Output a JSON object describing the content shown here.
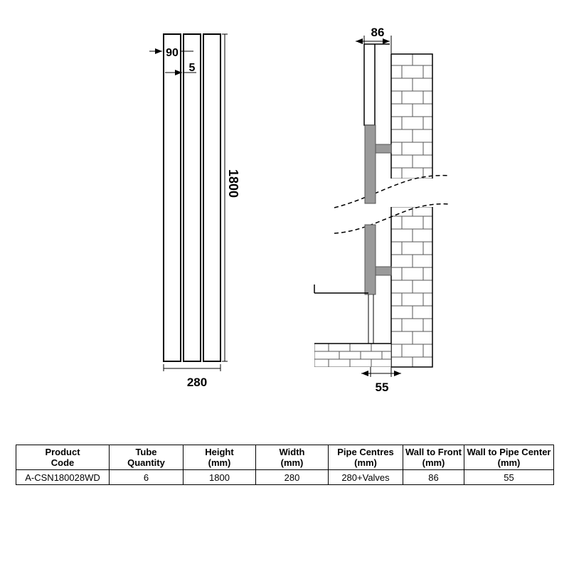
{
  "front_view": {
    "dim_depth": "90",
    "dim_gap": "5",
    "dim_height": "1800",
    "dim_width": "280"
  },
  "side_view": {
    "dim_wall_to_front": "86",
    "dim_wall_to_pipe": "55"
  },
  "spec_table": {
    "headers": [
      [
        "Product",
        "Code"
      ],
      [
        "Tube",
        "Quantity"
      ],
      [
        "Height",
        "(mm)"
      ],
      [
        "Width",
        "(mm)"
      ],
      [
        "Pipe Centres",
        "(mm)"
      ],
      [
        "Wall to Front",
        "(mm)"
      ],
      [
        "Wall to Pipe Center",
        "(mm)"
      ]
    ],
    "rows": [
      [
        "A-CSN180028WD",
        "6",
        "1800",
        "280",
        "280+Valves",
        "86",
        "55"
      ]
    ]
  },
  "colors": {
    "line": "#000000",
    "bracket_grey": "#9a9a9a",
    "brick_line": "#555555"
  }
}
